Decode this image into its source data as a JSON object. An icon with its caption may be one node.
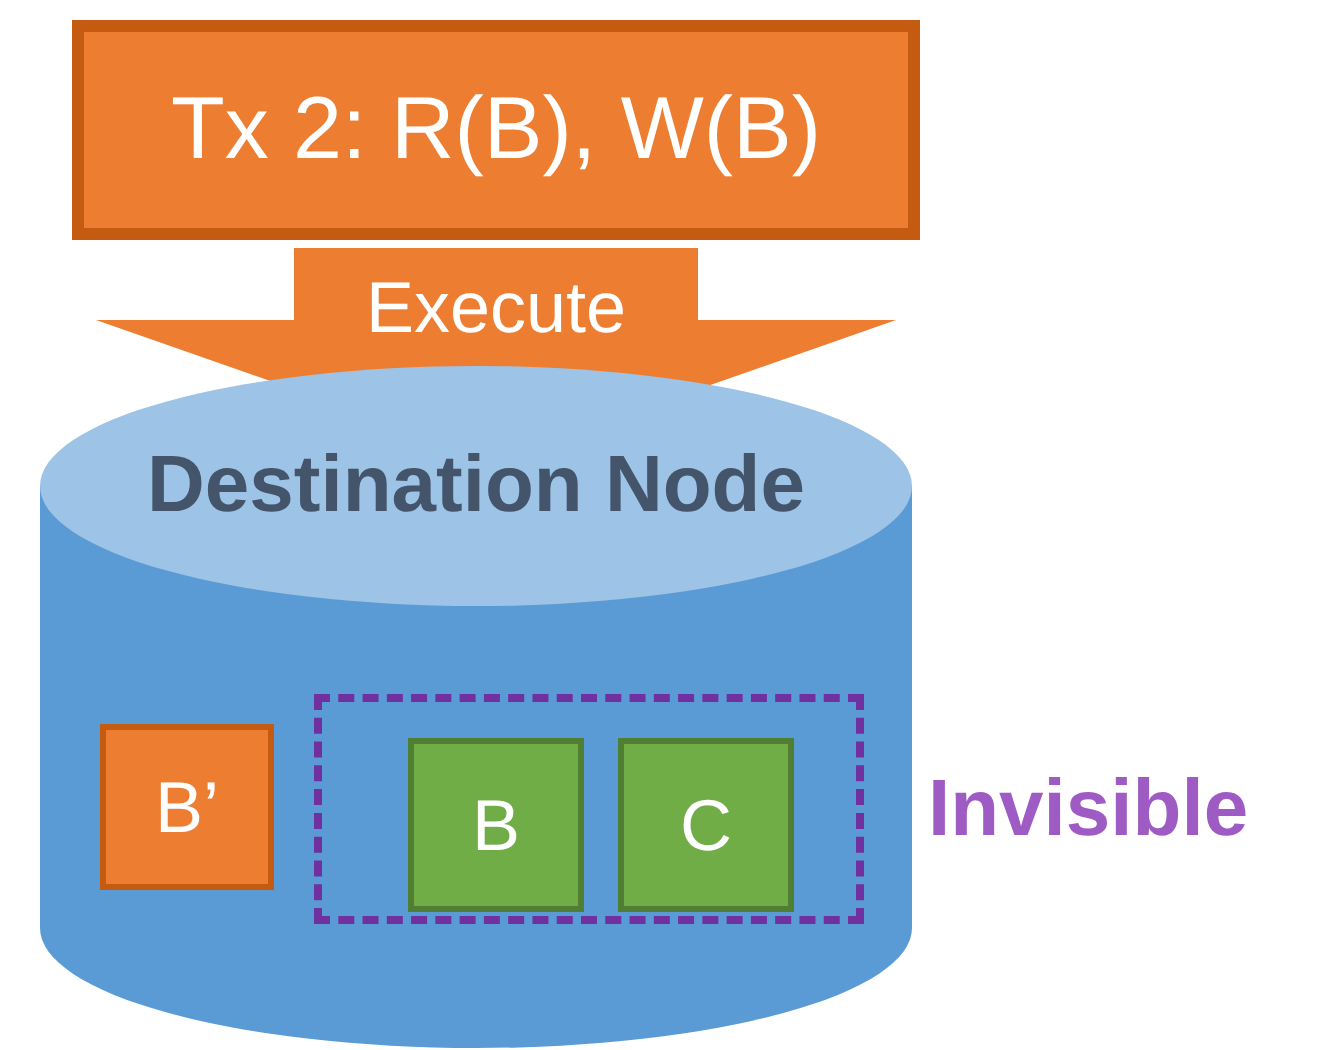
{
  "diagram": {
    "nodes": [
      {
        "text": [
          "Tx 2: R(B), W(B)"
        ]
      },
      {
        "text": [
          "Destination Node"
        ]
      },
      {
        "text": [
          "B’"
        ],
        "in": 1
      },
      {
        "text": [],
        "shape": "box",
        "in": 1,
        "beside": [
          "Invisible"
        ]
      },
      {
        "text": [
          "B"
        ],
        "in": 3
      },
      {
        "text": [
          "C"
        ],
        "in": 3
      }
    ],
    "edges": [
      {
        "from": 0,
        "to": 1,
        "arrow": "to",
        "label": "Execute"
      }
    ]
  }
}
